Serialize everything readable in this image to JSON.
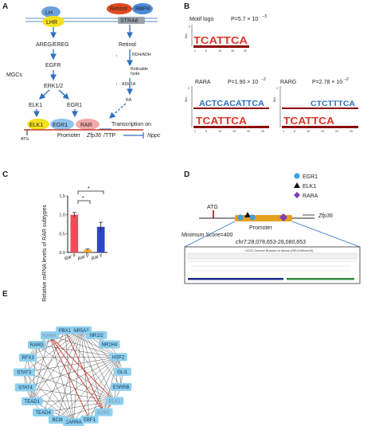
{
  "panels": {
    "a": "A",
    "b": "B",
    "c": "C",
    "d": "D",
    "e": "E"
  },
  "pathway": {
    "lh": "LH",
    "lhr": "LHR",
    "retinol_top": "Retinol",
    "rbp4": "RBP4",
    "stra6": "STRA6",
    "areg": "AREG/EREG",
    "egfr": "EGFR",
    "mgcs": "MGCs",
    "erk": "ERK1/2",
    "elk1_mid": "ELK1",
    "egr1_mid": "EGR1",
    "retinol": "Retinol",
    "rdh_adh": "RDH/ADH",
    "retinaldehyde_1": "Retinalde",
    "retinaldehyde_2": "hyde",
    "adh1a": "ADH1A",
    "ra": "RA",
    "elk1_box": "ELK1",
    "egr1_box": "EGR1",
    "rar_box": "RAR",
    "transcription": "Transcription on",
    "atg": "ATG",
    "promoter": "Promoter",
    "gene": "Zfp36",
    "gene_suffix": "/TTP",
    "nppc": "Nppc",
    "colors": {
      "lh": "#6aa3e0",
      "lhr": "#f5e020",
      "retinol": "#e04a1f",
      "rbp4": "#4a8bd6",
      "elk1": "#f5e020",
      "egr1": "#8fc4ee",
      "rar": "#f4a9a9",
      "arrow": "#2f6fc0"
    }
  },
  "motifs": {
    "top": {
      "name": "Motif logo",
      "p": "P=5.7 × 10",
      "p_exp": "−3",
      "ticks": [
        "1",
        "5",
        "10",
        "15",
        "20"
      ]
    },
    "rara": {
      "name": "RARA",
      "p": "P=1.90 × 10",
      "p_exp": "−2",
      "ticks": [
        "1",
        "5",
        "10",
        "15",
        "20",
        "25"
      ]
    },
    "rarg": {
      "name": "RARG",
      "p": "P=2.78 × 10",
      "p_exp": "−2",
      "ticks": [
        "1",
        "5",
        "10",
        "15",
        "20",
        "25"
      ]
    },
    "ylabel": "Bits",
    "ymax": "2",
    "ymin": "0"
  },
  "chart_data": {
    "type": "bar",
    "categories": [
      "Rar α",
      "Rar β",
      "Rar γ"
    ],
    "values": [
      1.0,
      0.07,
      0.68
    ],
    "errors": [
      0.06,
      0.02,
      0.12
    ],
    "colors": [
      "#ef4b5a",
      "#f0a830",
      "#2f45c8"
    ],
    "ylabel": "Relative mRNA levels of RAR subtypes",
    "yticks": [
      "0.0",
      "0.5",
      "1.0",
      "1.5"
    ],
    "ylim": [
      0,
      1.5
    ],
    "sig": "*"
  },
  "locus": {
    "legend": [
      {
        "label": "EGR1",
        "color": "#3da0e0"
      },
      {
        "label": "ELK1",
        "color": "#111111"
      },
      {
        "label": "RARA",
        "color": "#7a3fb0"
      }
    ],
    "atg": "ATG",
    "gene": "Zfp36",
    "promoter": "Promoter",
    "min_score": "Minimum Score=400",
    "coords": "chr7:28,078,653-28,080,653",
    "browser_title": "UCSC Genome Browser on Mouse (GRCm38/mm10)"
  },
  "network": {
    "nodes": [
      "NR5A2",
      "NR1I2",
      "NR1H4",
      "HSF2",
      "GLI1",
      "ESRRB",
      "ELK1",
      "EGR1",
      "EBF1",
      "EARRA",
      "BCl6",
      "TEAD4",
      "TEAD1",
      "STAT4",
      "STAT3",
      "RFX3",
      "RARG",
      "RARA",
      "PBX1"
    ],
    "dim_nodes": [
      "RARA",
      "ELK1",
      "EGR1"
    ],
    "node_color": "#8fd0ee",
    "edge_color": "#444444",
    "highlight_color": "#c0392b"
  }
}
